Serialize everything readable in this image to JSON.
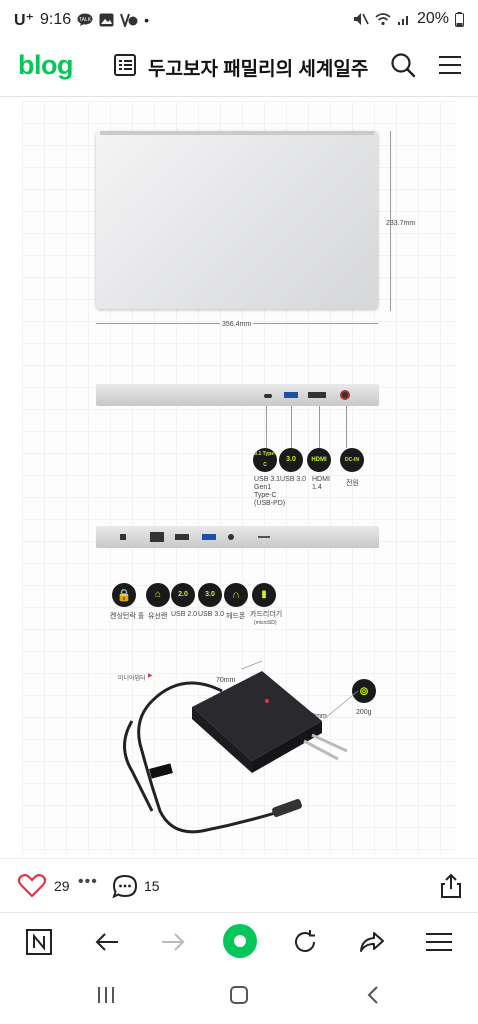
{
  "status": {
    "carrier": "U⁺",
    "time": "9:16",
    "battery": "20%"
  },
  "header": {
    "logo": "blog",
    "blog_title": "두고보자 패밀리의 세계일주"
  },
  "photo": {
    "dimensions": {
      "depth": "233.7mm",
      "width": "356.4mm"
    },
    "right_ports": [
      {
        "icon": "3.1 Type-C",
        "label_lines": [
          "USB 3.1",
          "Gen1",
          "Type-C",
          "(USB-PD)"
        ]
      },
      {
        "icon": "3.0",
        "label_lines": [
          "USB 3.0"
        ]
      },
      {
        "icon": "HDMI",
        "label_lines": [
          "HDMI",
          "1.4"
        ]
      },
      {
        "icon": "DC-IN",
        "label_lines": [
          "전원"
        ]
      }
    ],
    "left_ports": [
      {
        "label": "켄싱턴락 홀"
      },
      {
        "label": "유선랜"
      },
      {
        "icon": "2.0",
        "label": "USB 2.0"
      },
      {
        "icon": "3.0",
        "label": "USB 3.0"
      },
      {
        "label": "헤드폰"
      },
      {
        "label": "카드리더기",
        "sub": "(microSD)"
      }
    ],
    "adapter": {
      "caption": "미니어댑터",
      "length": "70mm",
      "height": "110mm",
      "weight": "200g"
    }
  },
  "actions": {
    "like_count": "29",
    "comment_count": "15"
  },
  "colors": {
    "brand_green": "#03c75a",
    "like_red": "#e0344b",
    "port_accent": "#c6f031"
  }
}
